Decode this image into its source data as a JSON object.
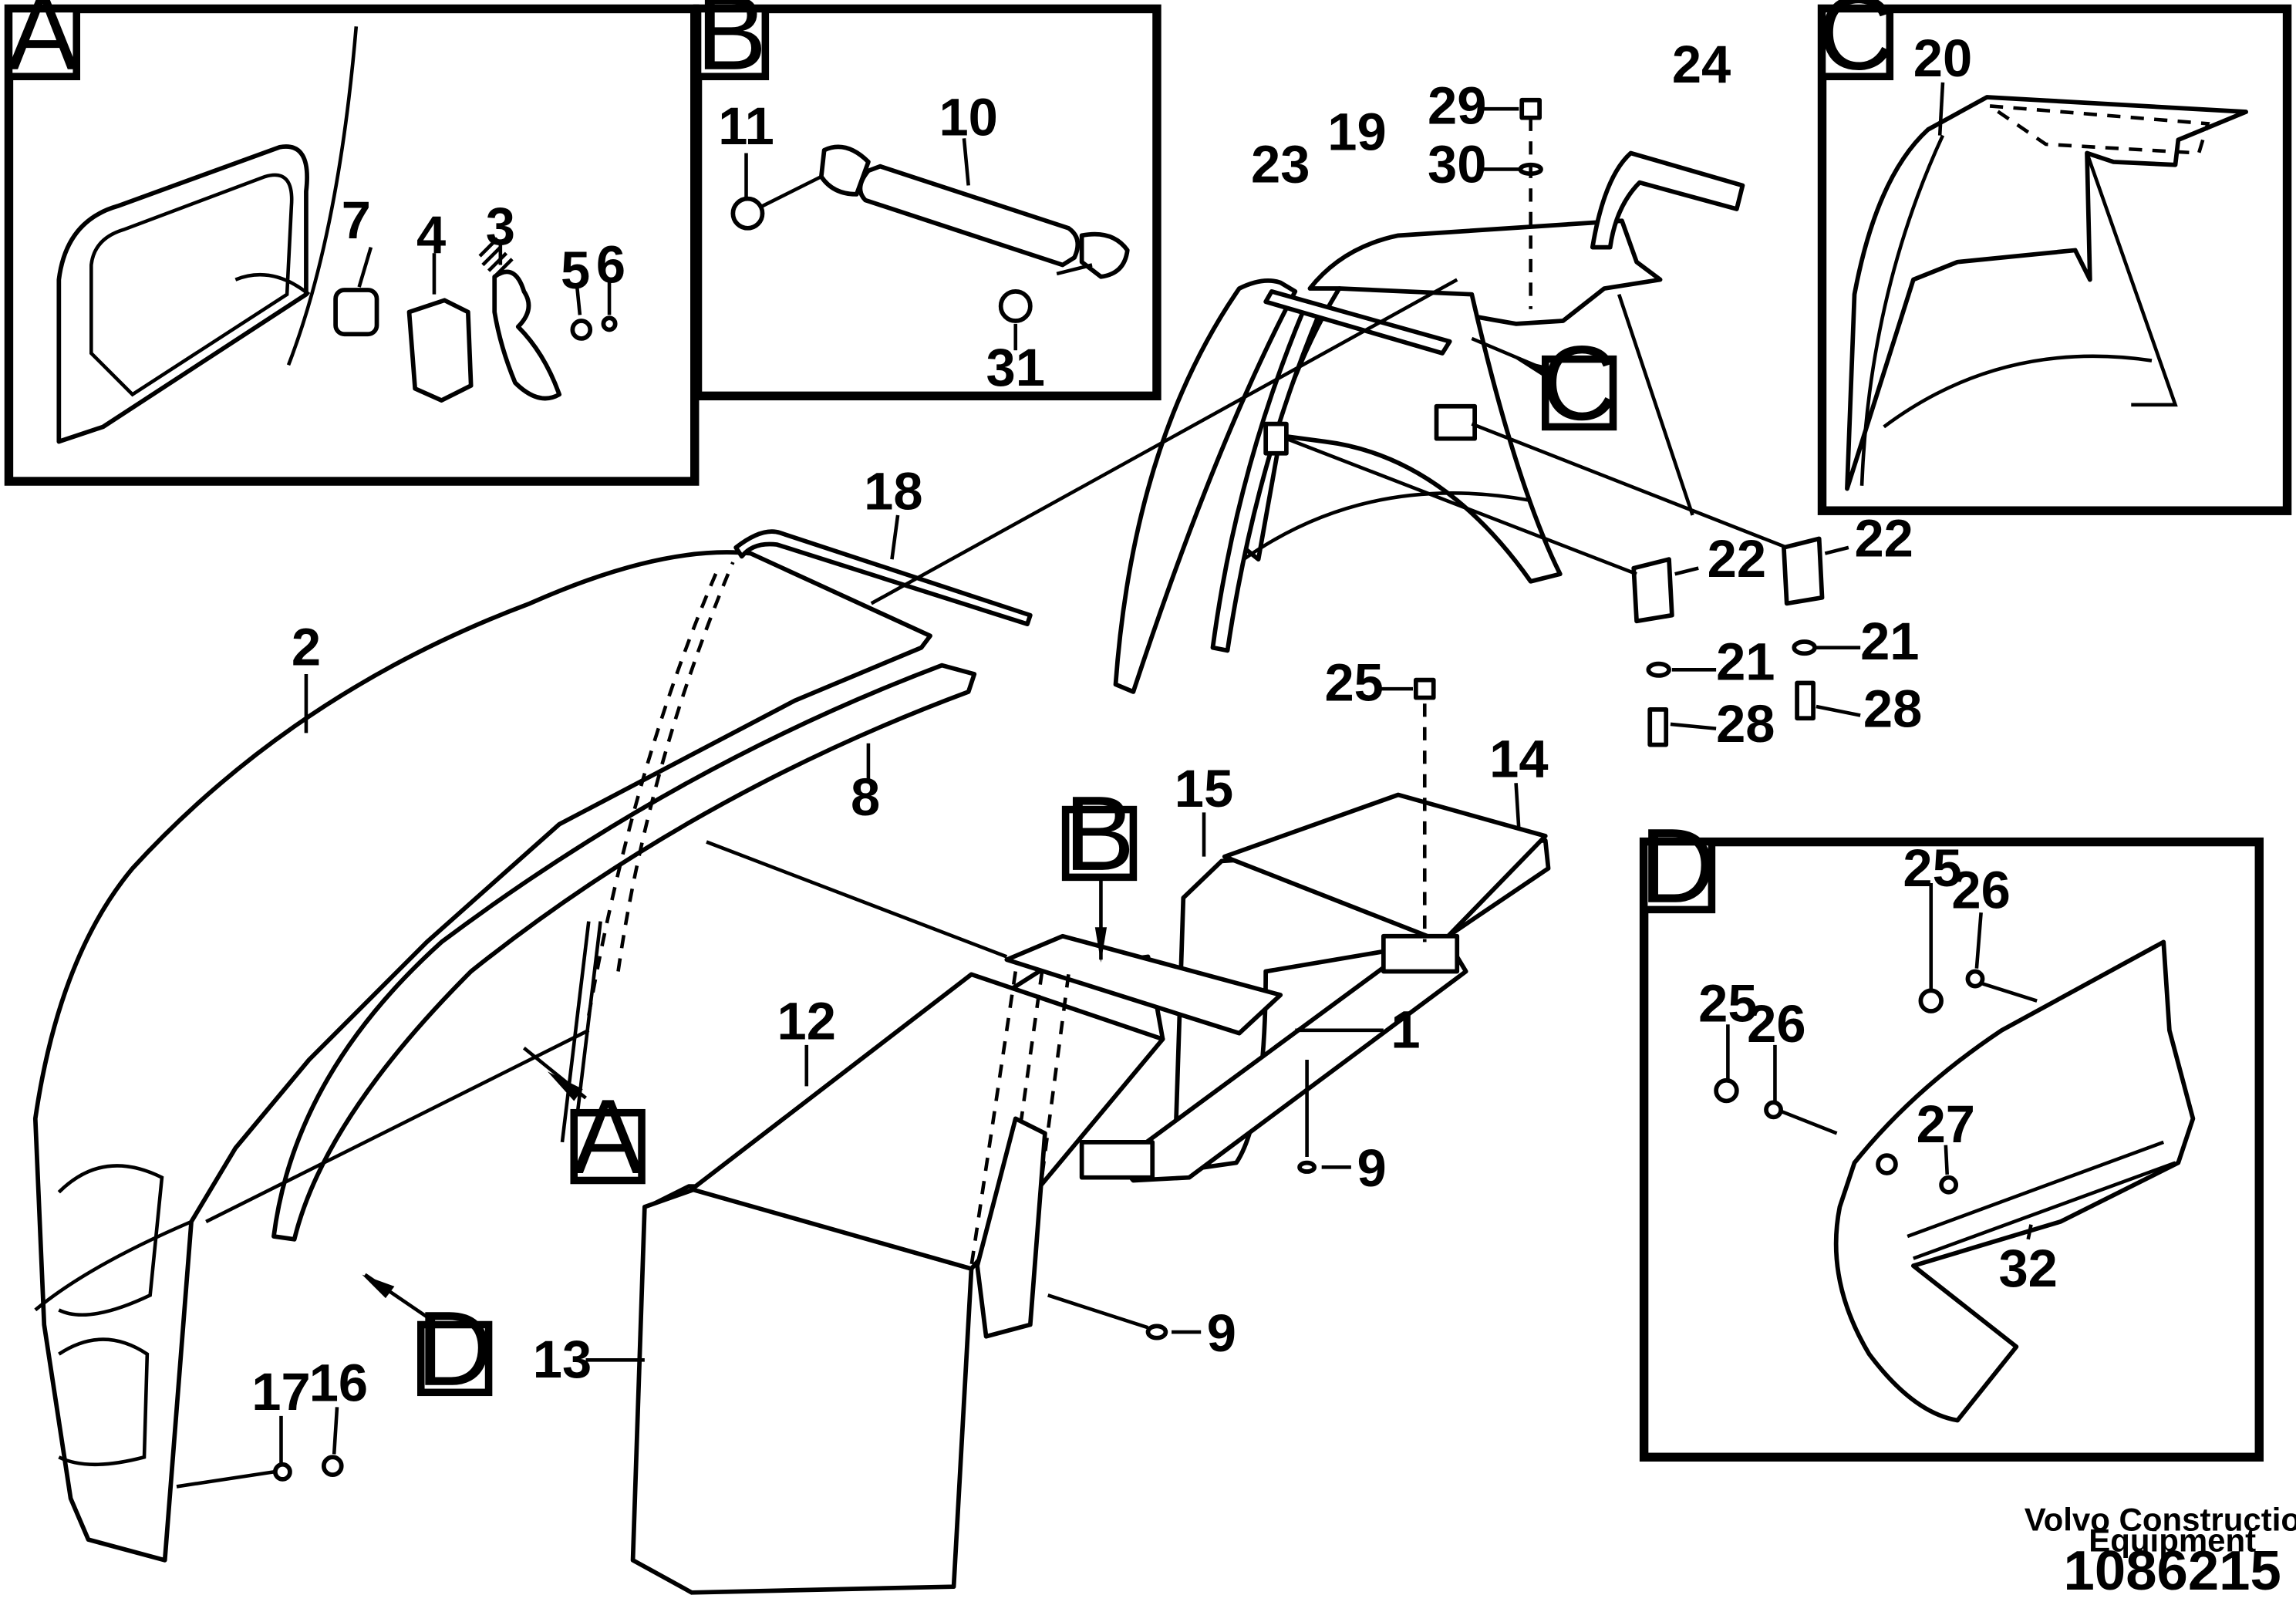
{
  "detail_tags": {
    "A": "A",
    "B": "B",
    "C": "C",
    "D": "D"
  },
  "callouts": {
    "c1": "1",
    "c2": "2",
    "c3": "3",
    "c4": "4",
    "c5": "5",
    "c6": "6",
    "c7": "7",
    "c8": "8",
    "c9a": "9",
    "c9b": "9",
    "c10": "10",
    "c11": "11",
    "c12": "12",
    "c13": "13",
    "c14": "14",
    "c15": "15",
    "c16": "16",
    "c17": "17",
    "c18": "18",
    "c19": "19",
    "c20": "20",
    "c21a": "21",
    "c21b": "21",
    "c22a": "22",
    "c22b": "22",
    "c23": "23",
    "c24": "24",
    "c25a": "25",
    "c25b": "25",
    "c25c": "25",
    "c26a": "26",
    "c26b": "26",
    "c27": "27",
    "c28a": "28",
    "c28b": "28",
    "c29": "29",
    "c30": "30",
    "c31": "31",
    "c32": "32"
  },
  "footer": {
    "company_line1": "Volvo Construction",
    "company_line2": "Equipment",
    "document_number": "1086215"
  }
}
